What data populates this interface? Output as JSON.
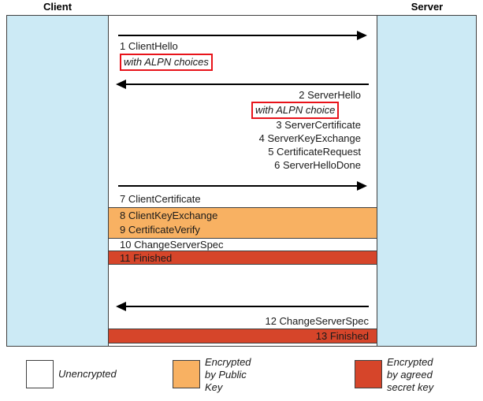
{
  "columns": {
    "client_label": "Client",
    "server_label": "Server"
  },
  "colors": {
    "lane_background": "#cceaf5",
    "middle_background": "#ffffff",
    "encrypted_public_key": "#f8b162",
    "encrypted_secret_key": "#d6452a",
    "highlight_border": "#e8131a",
    "border": "#3f3f3f"
  },
  "flow": {
    "step1": {
      "arrow_direction": "right",
      "label": "1 ClientHello",
      "note": "with ALPN choices"
    },
    "step2": {
      "arrow_direction": "left",
      "label": "2 ServerHello",
      "note": "with ALPN choice",
      "messages": [
        "3 ServerCertificate",
        "4 ServerKeyExchange",
        "5 CertificateRequest",
        "6 ServerHelloDone"
      ]
    },
    "step3": {
      "arrow_direction": "right",
      "unencrypted": "7 ClientCertificate",
      "public_key_encrypted": [
        "8 ClientKeyExchange",
        "9 CertificateVerify"
      ],
      "unencrypted_2": "10 ChangeServerSpec",
      "secret_key_encrypted": "11 Finished"
    },
    "step4": {
      "arrow_direction": "left",
      "unencrypted": "12 ChangeServerSpec",
      "secret_key_encrypted": "13 Finished"
    }
  },
  "legend": {
    "unencrypted": "Unencrypted",
    "public_key": "Encrypted\nby Public\nKey",
    "secret_key": "Encrypted\nby agreed\nsecret key"
  }
}
